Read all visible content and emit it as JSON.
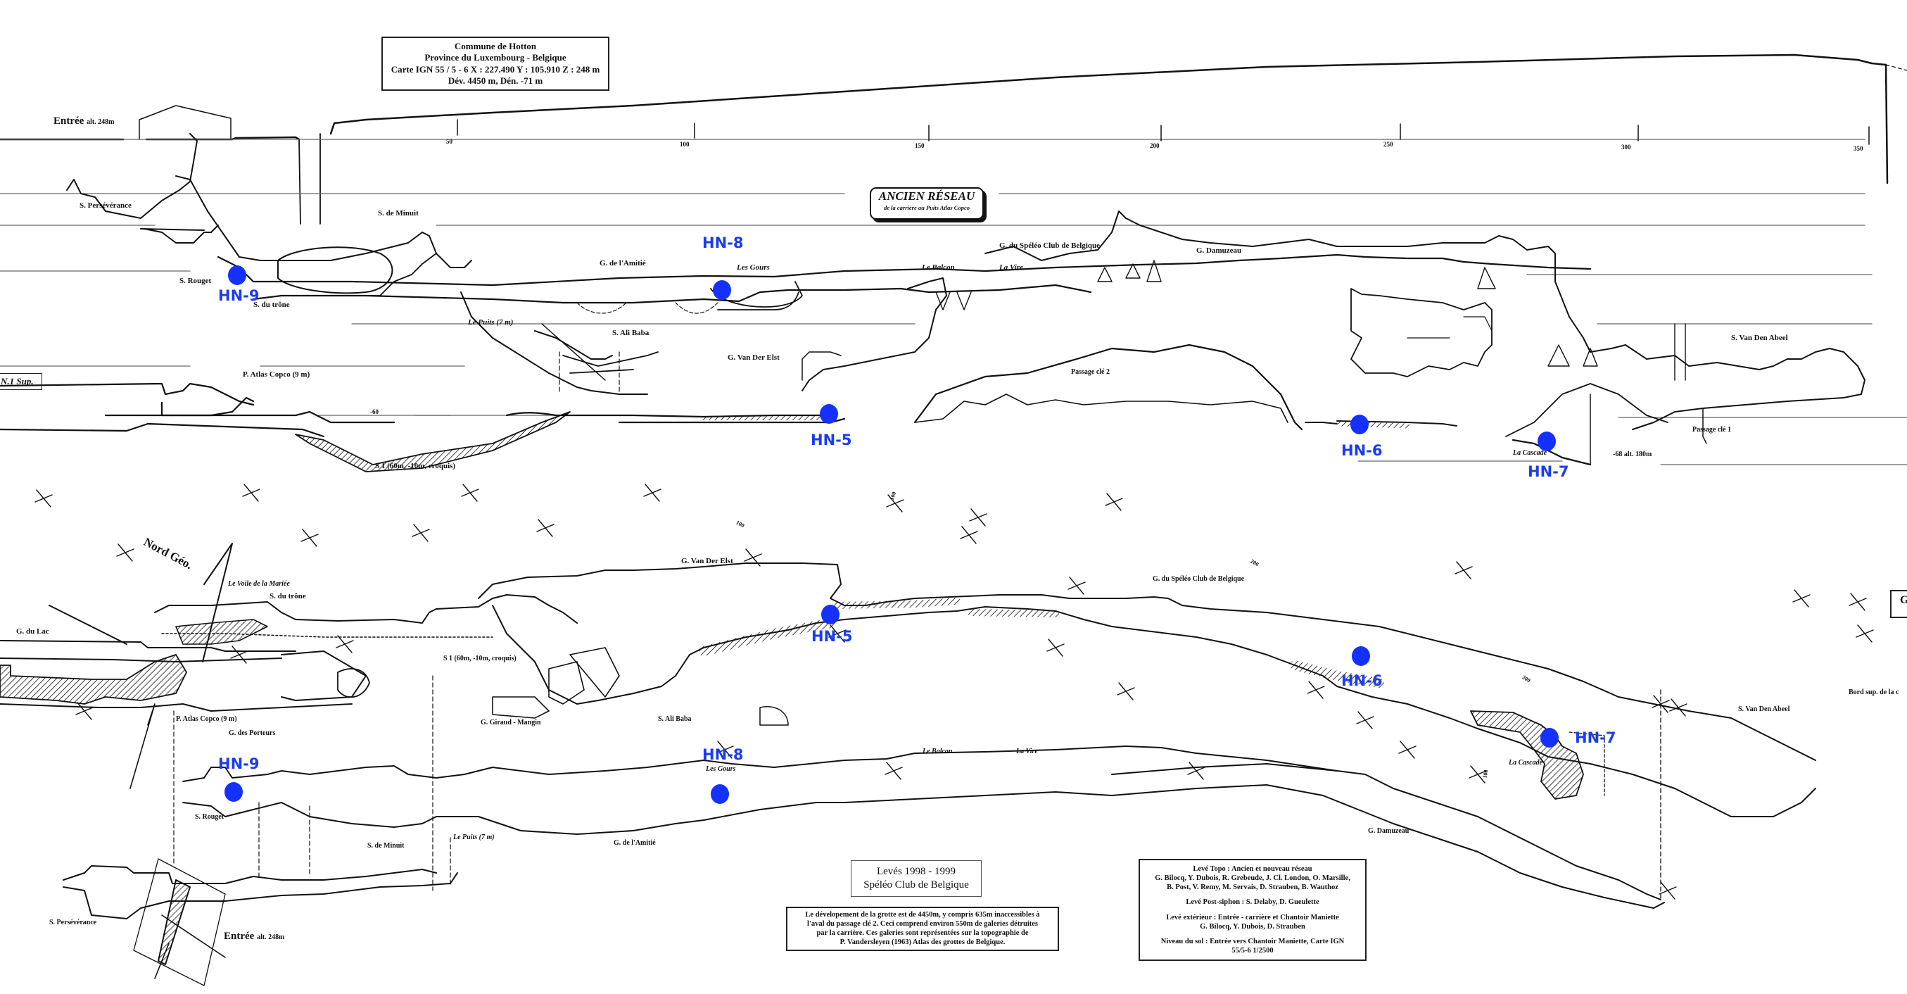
{
  "title_box": {
    "lines": [
      "Commune de Hotton",
      "Province du Luxembourg - Belgique",
      "Carte IGN 55 / 5 - 6 X : 227.490 Y : 105.910 Z : 248 m",
      "Dév. 4450 m, Dén. -71 m"
    ]
  },
  "ancien_reseau": {
    "title": "ANCIEN RÉSEAU",
    "subtitle": "de la carrière au Puits Atlas Copco"
  },
  "profile_scale": {
    "ticks": [
      "50",
      "100",
      "150",
      "200",
      "250",
      "300",
      "350"
    ]
  },
  "profile_labels": {
    "entree": "Entrée",
    "entree_alt": "alt. 248m",
    "s_perseverance": "S. Persévérance",
    "s_de_minuit": "S. de Minuit",
    "s_rouget": "S. Rouget",
    "s_du_trone": "S. du trône",
    "g_amitie": "G. de l'Amitié",
    "les_gours": "Les Gours",
    "le_balcon": "Le Balcon",
    "la_vire": "La Vire",
    "g_speleo": "G. du Spéléo Club de Belgique",
    "g_damuzeau": "G. Damuzeau",
    "le_puits": "Le Puits (7 m)",
    "s_ali_baba": "S. Ali Baba",
    "g_van_der_elst": "G. Van Der Elst",
    "p_atlas": "P. Atlas Copco (9 m)",
    "passage_cle_2": "Passage clé 2",
    "s_van_den_abeel": "S. Van Den Abeel",
    "passage_cle_1": "Passage clé 1",
    "la_cascade": "La Cascade",
    "depth_end": "-68 alt. 180m",
    "s1": "S 1 (60m, -10m, croquis)",
    "minus60": "-60",
    "n1_sup": "N.1 Sup."
  },
  "plan_labels": {
    "nord_geo": "Nord Géo.",
    "g_du_lac": "G. du Lac",
    "voile_mariee": "Le Voile de la Mariée",
    "s_du_trone": "S. du trône",
    "g_van_der_elst": "G. Van Der Elst",
    "s1": "S 1 (60m, -10m, croquis)",
    "g_speleo": "G. du Spéléo Club de Belgique",
    "p_atlas": "P. Atlas Copco (9 m)",
    "g_porteurs": "G. des Porteurs",
    "g_giraud": "G. Giraud - Mangin",
    "s_ali_baba": "S. Ali Baba",
    "s_van_den_abeel": "S. Van Den Abeel",
    "bord_sup": "Bord sup. de la c",
    "la_cascade": "La Cascade",
    "les_gours": "Les Gours",
    "le_balcon": "Le Balcon",
    "la_vire": "La Vire",
    "s_rouget": "S. Rouget",
    "s_de_minuit": "S. de Minuit",
    "le_puits": "Le Puits (7 m)",
    "g_amitie": "G. de l'Amitié",
    "g_damuzeau": "G. Damuzeau",
    "s_perseverance": "S. Persévérance",
    "entree": "Entrée",
    "entree_alt": "alt. 248m",
    "grid_100a": "100",
    "grid_100b": "100",
    "grid_200": "200",
    "grid_300": "300",
    "grid_100c": "100",
    "g_box": "G"
  },
  "markers": {
    "color": "#1431ff",
    "profile": [
      {
        "id": "HN-9",
        "label": "HN-9"
      },
      {
        "id": "HN-8",
        "label": "HN-8"
      },
      {
        "id": "HN-5",
        "label": "HN-5"
      },
      {
        "id": "HN-6",
        "label": "HN-6"
      },
      {
        "id": "HN-7",
        "label": "HN-7"
      }
    ],
    "plan": [
      {
        "id": "HN-5",
        "label": "HN-5"
      },
      {
        "id": "HN-6",
        "label": "HN-6"
      },
      {
        "id": "HN-7",
        "label": "HN-7"
      },
      {
        "id": "HN-9",
        "label": "HN-9"
      },
      {
        "id": "HN-8",
        "label": "HN-8"
      }
    ]
  },
  "levs_box": {
    "line1": "Levés 1998 - 1999",
    "line2": "Spéléo Club de Belgique"
  },
  "dev_box": {
    "lines": [
      "Le dévelopement de la grotte est de 4450m, y compris 635m inaccessibles à",
      "l'aval du passage clé 2. Ceci comprend environ 550m de galeries détruites",
      "par la carrière. Ces galeries sont représentées sur la topographie de",
      "P. Vandersleyen (1963) Atlas des grottes de Belgique."
    ]
  },
  "credits_box": {
    "topo_title": "Levé Topo : Ancien et nouveau réseau",
    "topo_names_1": "G. Bilocq, Y. Dubois, R. Grebeude, J. Cl. London, O. Marsille,",
    "topo_names_2": "B. Post, V. Remy, M. Servais, D. Strauben, B. Wauthoz",
    "post_siphon": "Levé Post-siphon : S. Delaby, D. Gueulette",
    "exterieur_title": "Levé extérieur : Entrée - carrière et Chantoir Maniette",
    "exterieur_names": "G. Bilocq, Y. Dubois, D. Strauben",
    "niveau_1": "Niveau du sol : Entrée vers Chantoir Maniette, Carte IGN",
    "niveau_2": "55/5-6 1/2500"
  }
}
